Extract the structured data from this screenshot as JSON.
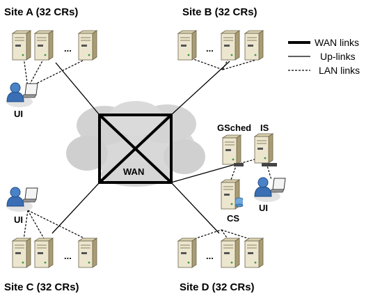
{
  "sites": {
    "a": {
      "title": "Site A (32 CRs)",
      "ellipsis": "...",
      "ui_label": "UI"
    },
    "b": {
      "title": "Site B (32 CRs)",
      "ellipsis": "..."
    },
    "c": {
      "title": "Site C (32 CRs)",
      "ellipsis": "...",
      "ui_label": "UI"
    },
    "d": {
      "title": "Site D (32 CRs)",
      "ellipsis": "..."
    }
  },
  "core": {
    "wan_label": "WAN",
    "gsched_label": "GSched",
    "is_label": "IS",
    "cs_label": "CS",
    "ui_label": "UI"
  },
  "legend": {
    "wan": "WAN links",
    "up": "Up-links",
    "lan": "LAN links"
  },
  "colors": {
    "server_light": "#ece6cf",
    "server_dark": "#b8ab85",
    "user_blue": "#3a6fb5",
    "cloud": "#cfcfcf"
  }
}
